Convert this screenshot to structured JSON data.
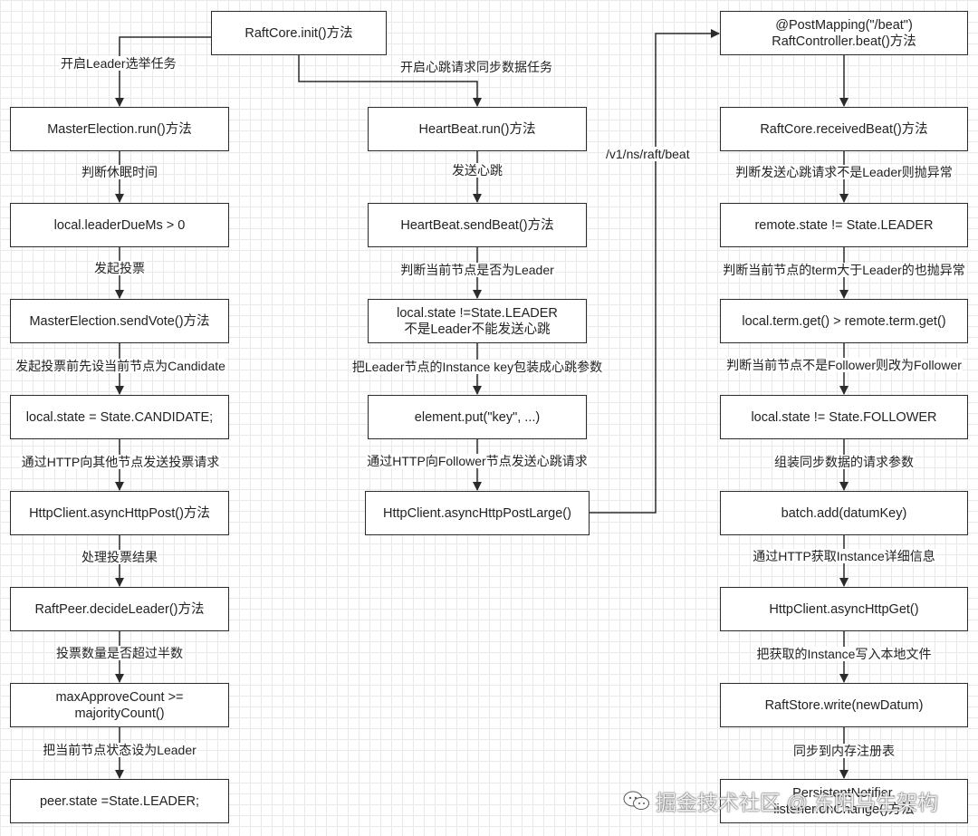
{
  "boxes": {
    "init": "RaftCore.init()方法",
    "beat_mapping": "@PostMapping(\"/beat\")\nRaftController.beat()方法",
    "master_run": "MasterElection.run()方法",
    "leader_due": "local.leaderDueMs > 0",
    "send_vote": "MasterElection.sendVote()方法",
    "state_candidate": "local.state = State.CANDIDATE;",
    "http_post": "HttpClient.asyncHttpPost()方法",
    "decide_leader": "RaftPeer.decideLeader()方法",
    "max_approve": "maxApproveCount >=\nmajorityCount()",
    "peer_state": "peer.state =State.LEADER;",
    "heartbeat_run": "HeartBeat.run()方法",
    "send_beat": "HeartBeat.sendBeat()方法",
    "local_state_leader": "local.state !=State.LEADER\n不是Leader不能发送心跳",
    "element_put": "element.put(\"key\", ...)",
    "http_post_large": "HttpClient.asyncHttpPostLarge()",
    "received_beat": "RaftCore.receivedBeat()方法",
    "remote_state": "remote.state != State.LEADER",
    "term_get": "local.term.get() > remote.term.get()",
    "state_follower": "local.state != State.FOLLOWER",
    "batch_add": "batch.add(datumKey)",
    "http_get": "HttpClient.asyncHttpGet()",
    "raftstore_write": "RaftStore.write(newDatum)",
    "persistent": "PersistentNotifier.\nlistener.onChange()方法"
  },
  "labels": {
    "start_leader_task": "开启Leader选举任务",
    "sleep_time": "判断休眠时间",
    "start_vote": "发起投票",
    "set_candidate": "发起投票前先设当前节点为Candidate",
    "send_vote_request": "通过HTTP向其他节点发送投票请求",
    "handle_vote_result": "处理投票结果",
    "votes_over_half": "投票数量是否超过半数",
    "set_leader": "把当前节点状态设为Leader",
    "start_heartbeat_task": "开启心跳请求同步数据任务",
    "send_heartbeat": "发送心跳",
    "is_leader": "判断当前节点是否为Leader",
    "pack_params": "把Leader节点的Instance key包装成心跳参数",
    "send_to_follower": "通过HTTP向Follower节点发送心跳请求",
    "beat_path": "/v1/ns/raft/beat",
    "check_not_leader": "判断发送心跳请求不是Leader则抛异常",
    "check_term": "判断当前节点的term大于Leader的也抛异常",
    "check_follower": "判断当前节点不是Follower则改为Follower",
    "assemble_params": "组装同步数据的请求参数",
    "get_instance": "通过HTTP获取Instance详细信息",
    "write_file": "把获取的Instance写入本地文件",
    "sync_registry": "同步到内存注册表"
  },
  "watermark": {
    "text": "掘金技术社区 @ 东阳马生架构",
    "icon": "wechat-icon"
  }
}
